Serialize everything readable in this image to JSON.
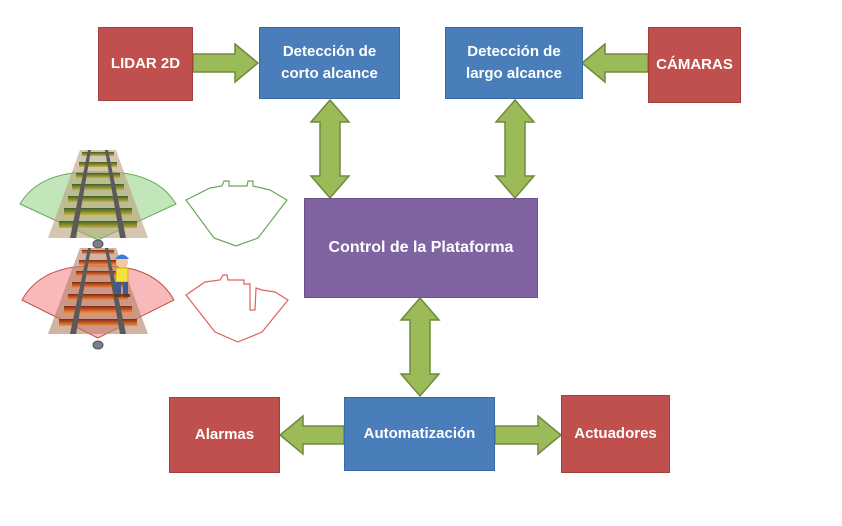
{
  "nodes": {
    "lidar": "LIDAR 2D",
    "short_range": "Detección de\ncorto alcance",
    "long_range": "Detección de\nlargo alcance",
    "cameras": "CÁMARAS",
    "platform_control": "Control de la Plataforma",
    "alarms": "Alarmas",
    "automation": "Automatización",
    "actuators": "Actuadores"
  },
  "colors": {
    "blue_box": "#4a7ebb",
    "red_box": "#c0504d",
    "purple_box": "#8064a2",
    "arrow_fill": "#9bbb59",
    "arrow_stroke": "#71893f",
    "clear_zone": "#8fcf80",
    "alert_zone": "#f08080"
  },
  "illustrations": {
    "top_scene": "track-clear",
    "bottom_scene": "track-obstacle-worker"
  }
}
